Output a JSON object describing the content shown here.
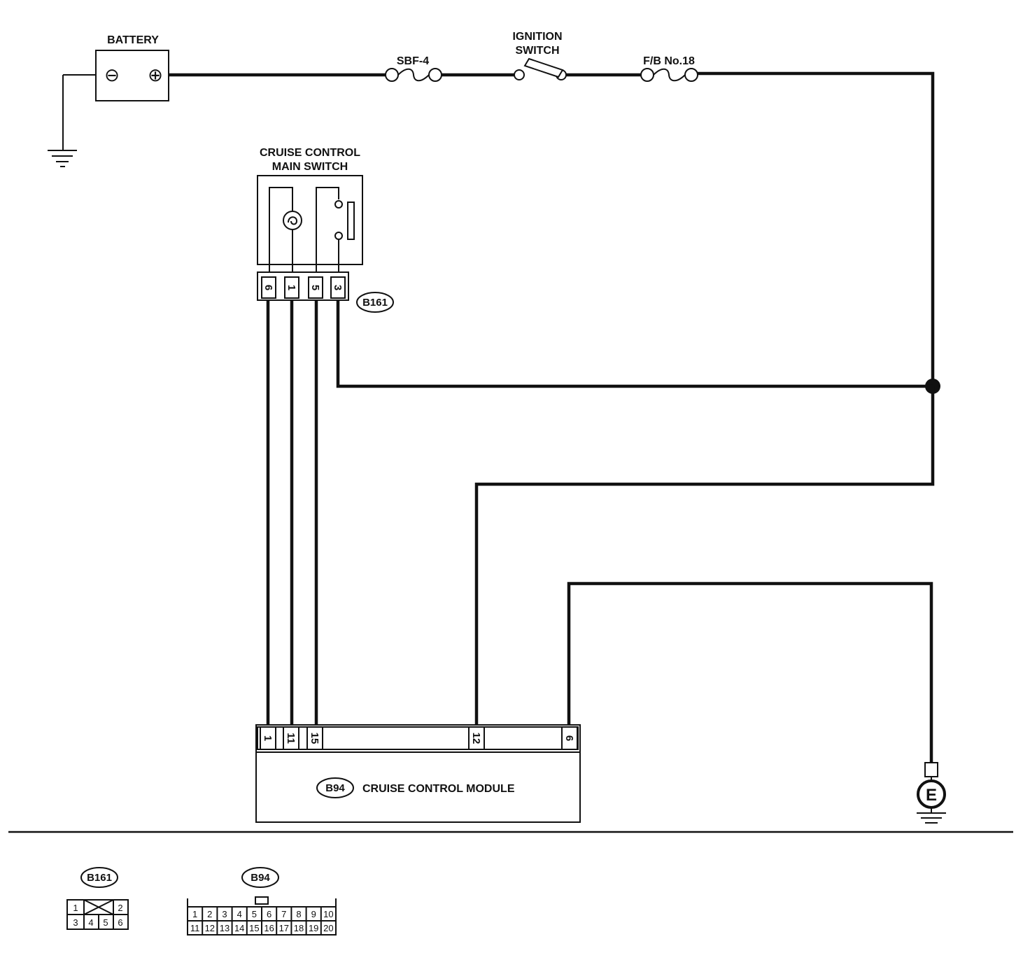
{
  "components": {
    "battery": {
      "label": "BATTERY",
      "neg": "⊖",
      "pos": "⊕"
    },
    "fuse_sbf": {
      "label": "SBF-4"
    },
    "ignition": {
      "label_1": "IGNITION",
      "label_2": "SWITCH"
    },
    "fuse_fb": {
      "label": "F/B No.18"
    },
    "main_switch": {
      "label_1": "CRUISE CONTROL",
      "label_2": "MAIN SWITCH"
    },
    "module": {
      "label": "CRUISE CONTROL MODULE"
    },
    "ground": {
      "label": "E"
    }
  },
  "connectors": {
    "b161": {
      "id": "B161",
      "pins": [
        "6",
        "1",
        "5",
        "3"
      ]
    },
    "b94": {
      "id": "B94",
      "pins": [
        "1",
        "11",
        "15",
        "12",
        "6"
      ]
    }
  },
  "connector_views": {
    "b161": {
      "id": "B161",
      "top": [
        "1",
        "2"
      ],
      "bottom": [
        "3",
        "4",
        "5",
        "6"
      ]
    },
    "b94": {
      "id": "B94",
      "top": [
        "1",
        "2",
        "3",
        "4",
        "5",
        "6",
        "7",
        "8",
        "9",
        "10"
      ],
      "bottom": [
        "11",
        "12",
        "13",
        "14",
        "15",
        "16",
        "17",
        "18",
        "19",
        "20"
      ]
    }
  },
  "colors": {
    "ink": "#111111",
    "paper": "#ffffff"
  }
}
